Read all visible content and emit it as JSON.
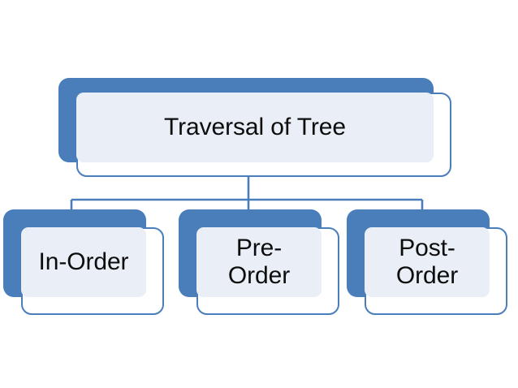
{
  "diagram": {
    "title": "Traversal of Tree",
    "type": "hierarchy",
    "accent_color": "#4a7ebb",
    "card_fill_color": "#e9eef7",
    "card_front_color": "#ffffff",
    "text_color": "#0d0d0d",
    "background_color": "#ffffff",
    "root": {
      "label": "Traversal of Tree"
    },
    "children": [
      {
        "label": "In-Order"
      },
      {
        "label": "Pre-\nOrder"
      },
      {
        "label": "Post-\nOrder"
      }
    ]
  }
}
